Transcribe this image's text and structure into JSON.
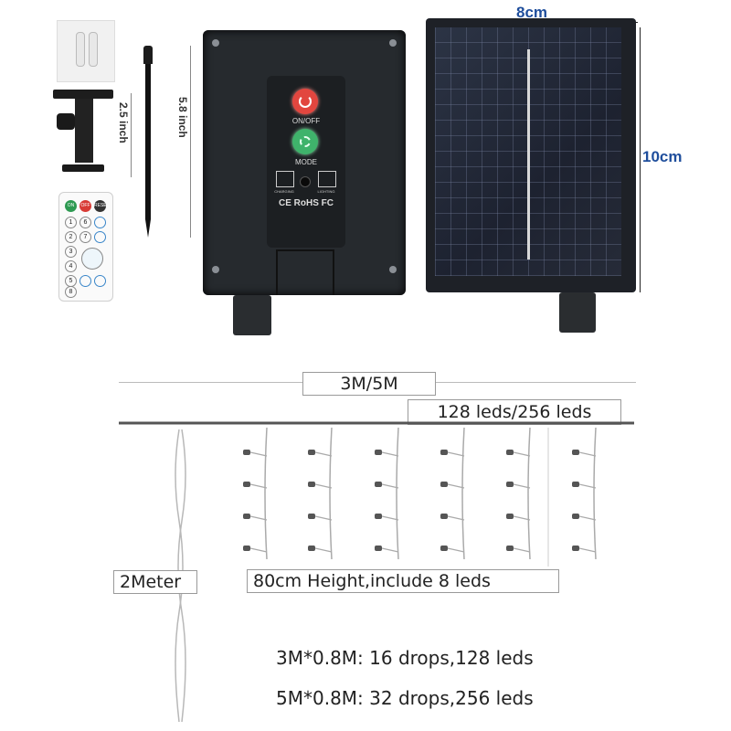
{
  "product": {
    "controller": {
      "on_off_label": "ON/OFF",
      "mode_label": "MODE",
      "charging_label": "CHARGING",
      "lighting_label": "LIGHTING",
      "certs": "CE RoHS FC",
      "height_label": "5.8 inch"
    },
    "stake_height_label": "2.5 inch",
    "remote": {
      "top_buttons": [
        "ON",
        "OFF",
        "RESE"
      ],
      "numbers": [
        "1",
        "2",
        "3",
        "4",
        "5",
        "6",
        "7",
        "8"
      ]
    },
    "solar_panel": {
      "width_label": "8cm",
      "height_label": "10cm"
    }
  },
  "diagram": {
    "length_label": "3M/5M",
    "leds_label": "128 leds/256 leds",
    "height_label": "2Meter",
    "drop_label": "80cm Height,include 8 leds",
    "spec_1": "3M*0.8M: 16 drops,128 leds",
    "spec_2": "5M*0.8M: 32 drops,256 leds"
  },
  "colors": {
    "dimension_text": "#1f4e9c",
    "power_button": "#e2463f",
    "mode_button": "#3fb36b",
    "controller_body": "#262a2e"
  }
}
